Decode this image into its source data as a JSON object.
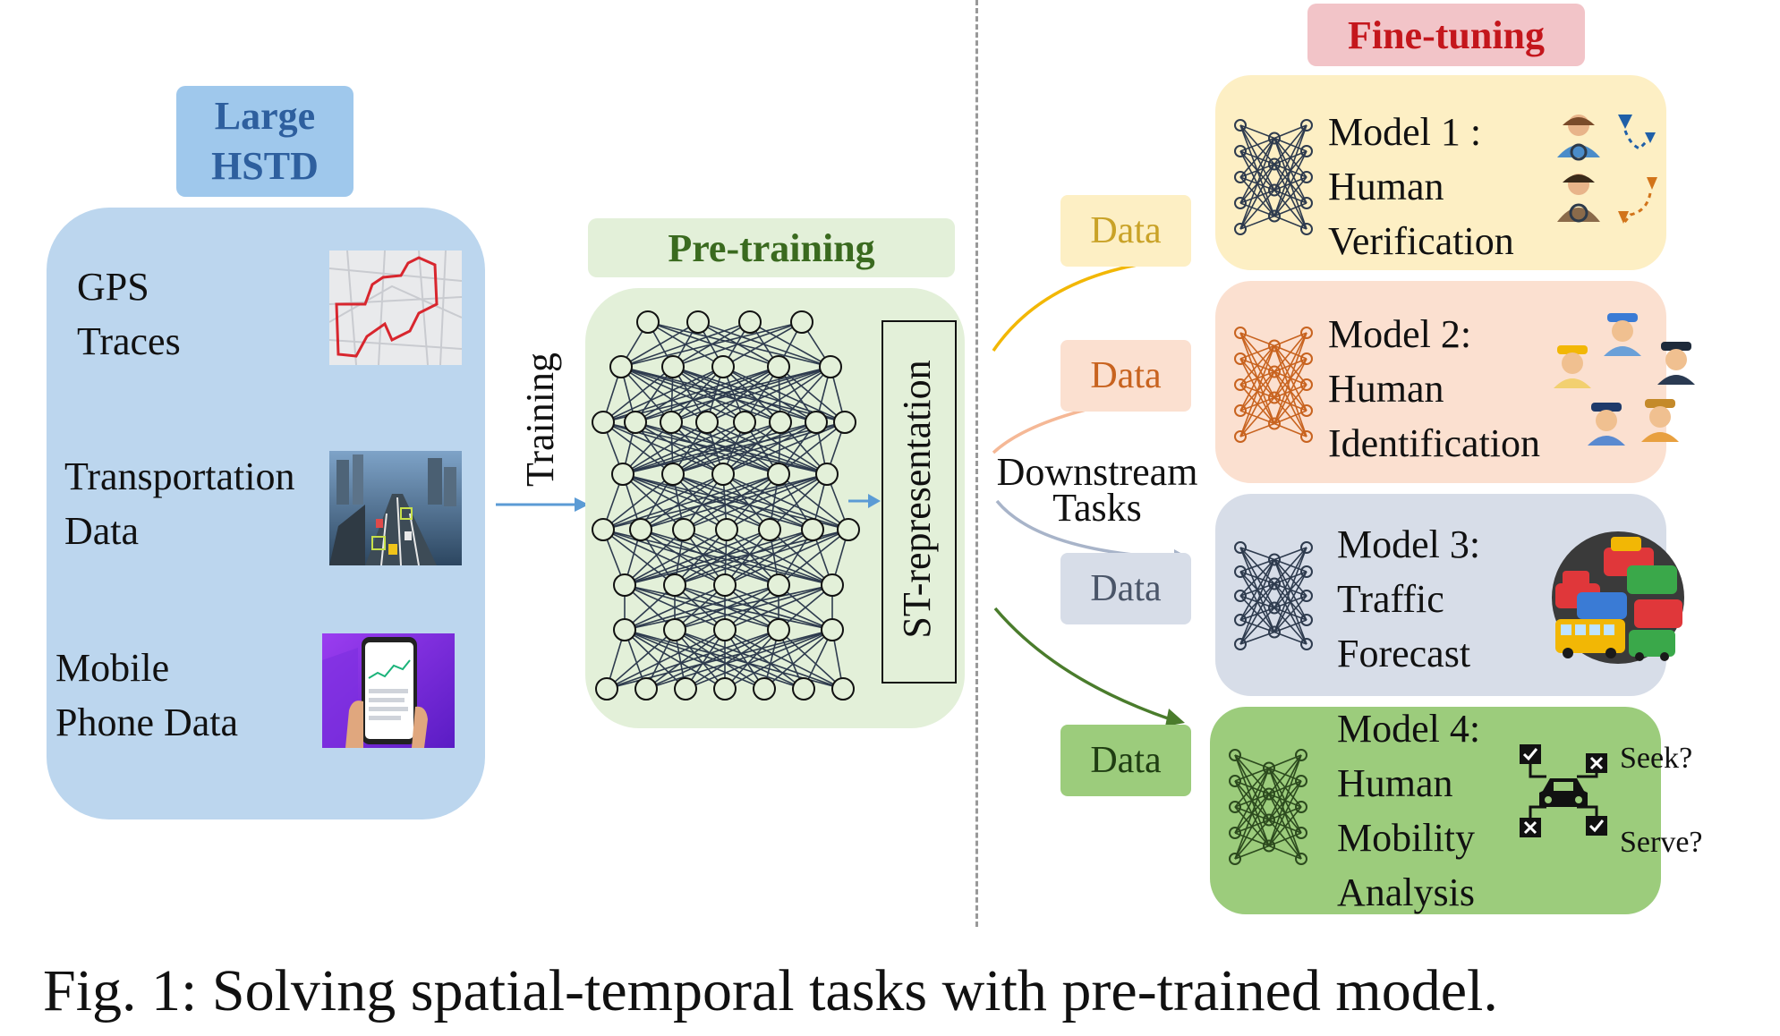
{
  "left": {
    "title_line1": "Large",
    "title_line2": "HSTD",
    "sources": [
      {
        "line1": "GPS",
        "line2": "Traces"
      },
      {
        "line1": "Transportation",
        "line2": "Data"
      },
      {
        "line1": "Mobile",
        "line2": "Phone Data"
      }
    ]
  },
  "training_label": "Training",
  "pretraining": {
    "title": "Pre-training",
    "representation": "ST-representation"
  },
  "downstream": {
    "line1": "Downstream",
    "line2": "Tasks"
  },
  "data_label": "Data",
  "finetuning": {
    "title": "Fine-tuning",
    "models": [
      {
        "line1": "Model 1 :",
        "line2": "Human",
        "line3": "Verification"
      },
      {
        "line1": "Model 2:",
        "line2": "Human",
        "line3": "Identification"
      },
      {
        "line1": "Model 3:",
        "line2": "Traffic",
        "line3": "Forecast"
      },
      {
        "line1": "Model 4:",
        "line2": "Human",
        "line3": "Mobility",
        "line4": "Analysis"
      }
    ],
    "seek": "Seek?",
    "serve": "Serve?"
  },
  "caption": "Fig. 1: Solving spatial-temporal tasks with pre-trained model.",
  "colors": {
    "left_panel": "#bcd6ee",
    "left_title_bg": "#9fc8ec",
    "left_title_text": "#2e5f9e",
    "pretrain_panel": "#e3f0d9",
    "pretrain_title_text": "#3a6a1f",
    "finetune_title_bg": "#f2c4c8",
    "finetune_title_text": "#c4161c",
    "model1": "#fdefc4",
    "model2": "#fbe0d0",
    "model3": "#d7dde8",
    "model4": "#9ccc7c",
    "arrow1": "#f2b705",
    "arrow2": "#f5b896",
    "arrow3": "#a8b4c9",
    "arrow4": "#4a7c2c",
    "nn_stroke": "#2e3b4e"
  }
}
